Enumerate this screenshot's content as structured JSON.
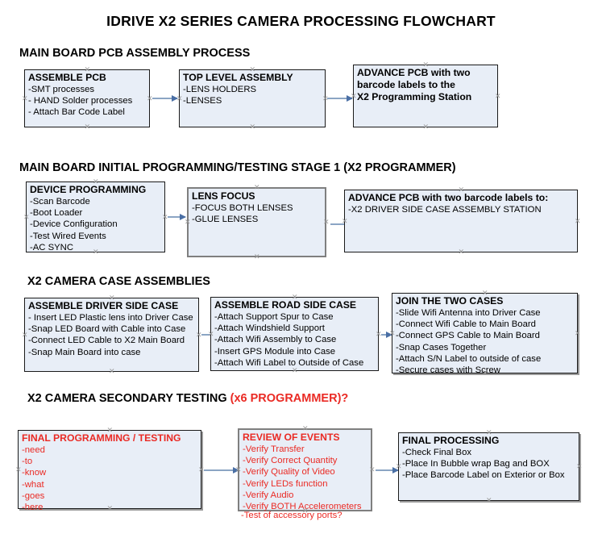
{
  "document": {
    "title": "IDRIVE X2  SERIES CAMERA PROCESSING FLOWCHART"
  },
  "colors": {
    "box_fill": "#e8eef7",
    "box_border": "#1a1a1a",
    "box_border_gray": "#7f7f7f",
    "accent_red": "#ea2a24",
    "arrow": "#8ba5c4",
    "text": "#000000"
  },
  "sections": [
    {
      "heading": "MAIN BOARD PCB ASSEMBLY PROCESS",
      "heading_accent": "",
      "boxes": [
        {
          "title": "ASSEMBLE PCB",
          "lines": [
            "-SMT processes",
            "- HAND Solder processes",
            "- Attach Bar Code Label"
          ]
        },
        {
          "title": "TOP LEVEL ASSEMBLY",
          "lines": [
            "-LENS HOLDERS",
            "-LENSES"
          ]
        },
        {
          "title": "ADVANCE PCB with two",
          "lines": [
            "barcode labels to the",
            " X2 Programming Station"
          ]
        }
      ]
    },
    {
      "heading": "MAIN BOARD INITIAL PROGRAMMING/TESTING STAGE 1 (X2 PROGRAMMER)",
      "heading_accent": "",
      "boxes": [
        {
          "title": "DEVICE PROGRAMMING",
          "lines": [
            "-Scan Barcode",
            "-Boot Loader",
            "-Device Configuration",
            "-Test Wired Events",
            "-AC SYNC"
          ]
        },
        {
          "title": "LENS FOCUS",
          "lines": [
            "-FOCUS BOTH LENSES",
            "-GLUE LENSES"
          ]
        },
        {
          "title": "ADVANCE PCB with two barcode labels to:",
          "lines": [
            "-X2 DRIVER  SIDE  CASE  ASSEMBLY STATION"
          ]
        }
      ]
    },
    {
      "heading": "X2 CAMERA CASE ASSEMBLIES",
      "heading_accent": "",
      "boxes": [
        {
          "title": "ASSEMBLE DRIVER SIDE CASE",
          "lines": [
            "- Insert LED Plastic lens into Driver Case",
            "-Snap LED Board with Cable into Case",
            "-Connect LED Cable to X2 Main Board",
            "-Snap Main Board into case"
          ]
        },
        {
          "title": "ASSEMBLE ROAD SIDE CASE",
          "lines": [
            "-Attach Support Spur to Case",
            "-Attach Windshield Support",
            "-Attach Wifi Assembly to Case",
            "-Insert GPS Module into Case",
            "-Attach Wifi Label to Outside of Case"
          ]
        },
        {
          "title": "JOIN THE TWO CASES",
          "lines": [
            "-Slide Wifi Antenna into Driver Case",
            "-Connect Wifi Cable to Main Board",
            "-Connect GPS Cable to Main Board",
            "-Snap Cases Together",
            "-Attach S/N Label to outside of case",
            "-Secure cases with Screw"
          ]
        }
      ]
    },
    {
      "heading": "X2 CAMERA SECONDARY TESTING ",
      "heading_accent": "(x6 PROGRAMMER)?",
      "boxes": [
        {
          "title": "FINAL PROGRAMMING / TESTING",
          "lines": [
            "-need",
            "-to",
            "-know",
            "-what",
            "-goes",
            "-here"
          ]
        },
        {
          "title": "REVIEW OF EVENTS",
          "lines": [
            "-Verify Transfer",
            "-Verify Correct Quantity",
            "-Verify Quality of Video",
            "-Verify LEDs function",
            "-Verify Audio",
            "-Verify BOTH Accelerometers"
          ],
          "overflow_line": "-Test of accessory ports?"
        },
        {
          "title": "FINAL PROCESSING",
          "lines": [
            " -Check Final Box",
            "-Place In Bubble wrap Bag and BOX",
            "-Place Barcode Label on Exterior or Box"
          ]
        }
      ]
    }
  ]
}
